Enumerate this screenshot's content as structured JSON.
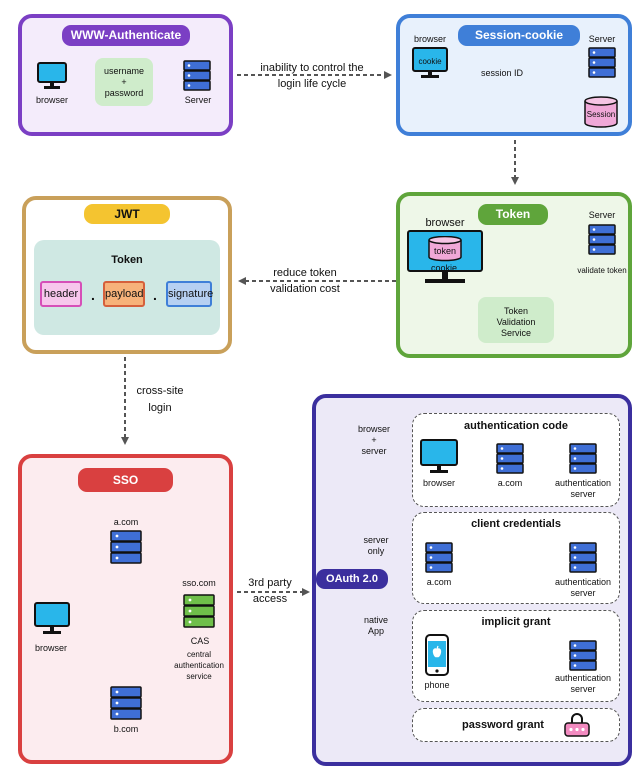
{
  "www": {
    "title": "WWW-Authenticate",
    "browser": "browser",
    "cred_line1": "username",
    "cred_plus": "+",
    "cred_line2": "password",
    "server": "Server"
  },
  "session": {
    "title": "Session-cookie",
    "browser": "browser",
    "cookie": "cookie",
    "server": "Server",
    "session_id": "session ID",
    "session_db": "Session"
  },
  "edge_www_session": {
    "line1": "inability to control the",
    "line2": "login life cycle"
  },
  "token": {
    "title": "Token",
    "browser": "browser",
    "token": "token",
    "cookie": "cookie",
    "server": "Server",
    "validate": "validate token",
    "service_line1": "Token",
    "service_line2": "Validation",
    "service_line3": "Service"
  },
  "edge_token_jwt": {
    "line1": "reduce token",
    "line2": "validation cost"
  },
  "jwt": {
    "title": "JWT",
    "inner_title": "Token",
    "header": "header",
    "payload": "payload",
    "signature": "signature",
    "dot": "."
  },
  "edge_jwt_sso": {
    "line1": "cross-site",
    "line2": "login"
  },
  "sso": {
    "title": "SSO",
    "acom": "a.com",
    "ssocom": "sso.com",
    "browser": "browser",
    "cas": "CAS",
    "cas_desc1": "central",
    "cas_desc2": "authentication",
    "cas_desc3": "service",
    "bcom": "b.com"
  },
  "edge_sso_oauth": {
    "line1": "3rd party",
    "line2": "access"
  },
  "oauth": {
    "label": "OAuth 2.0",
    "branch_browser_server": {
      "line1": "browser",
      "line2": "+",
      "line3": "server"
    },
    "branch_server_only": {
      "line1": "server",
      "line2": "only"
    },
    "branch_native": {
      "line1": "native",
      "line2": "App"
    },
    "auth_code": {
      "title": "authentication code",
      "browser": "browser",
      "acom": "a.com",
      "server_line1": "authentication",
      "server_line2": "server"
    },
    "client_cred": {
      "title": "client credentials",
      "acom": "a.com",
      "server_line1": "authentication",
      "server_line2": "server"
    },
    "implicit": {
      "title": "implicit grant",
      "phone": "phone",
      "server_line1": "authentication",
      "server_line2": "server"
    },
    "password": {
      "title": "password grant"
    }
  },
  "colors": {
    "purple": "#7b3fc4",
    "blue": "#3f7fd8",
    "green": "#5fa53b",
    "tan": "#c9a05a",
    "red": "#d94040",
    "navy": "#3b2f9e",
    "server": "#3f6fd6",
    "monitor": "#29b6ea",
    "pink": "#f0a8d8"
  }
}
